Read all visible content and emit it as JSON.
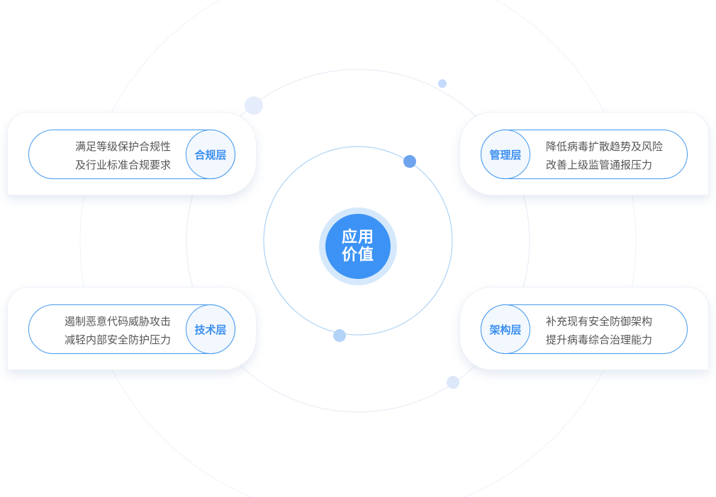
{
  "center": {
    "line1": "应用",
    "line2": "价值"
  },
  "cards": {
    "top_left": {
      "badge": "合规层",
      "line1": "满足等级保护合规性",
      "line2": "及行业标准合规要求"
    },
    "top_right": {
      "badge": "管理层",
      "line1": "降低病毒扩散趋势及风险",
      "line2": "改善上级监管通报压力"
    },
    "bottom_left": {
      "badge": "技术层",
      "line1": "遏制恶意代码威胁攻击",
      "line2": "减轻内部安全防护压力"
    },
    "bottom_right": {
      "badge": "架构层",
      "line1": "补充现有安全防御架构",
      "line2": "提升病毒综合治理能力"
    }
  },
  "colors": {
    "accent": "#3d93f5",
    "accent_light": "#d6e9fc",
    "border": "#4499ee",
    "text": "#555555",
    "ring": "#e9eef6"
  }
}
